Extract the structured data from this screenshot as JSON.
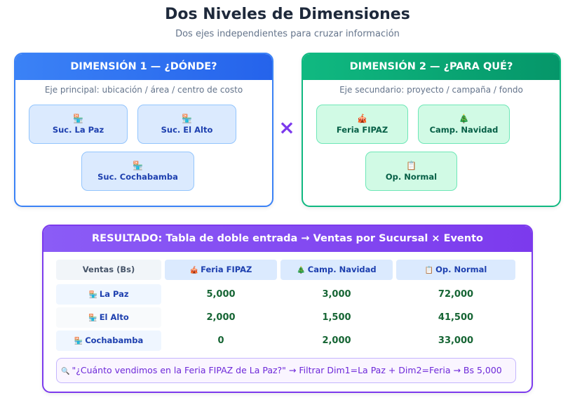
{
  "header": {
    "title": "Dos Niveles de Dimensiones",
    "subtitle": "Dos ejes independientes para cruzar información"
  },
  "dimension1": {
    "title": "DIMENSIÓN 1 — ¿DÓNDE?",
    "description": "Eje principal: ubicación / área / centro de costo",
    "color": "#3b82f6",
    "items": [
      {
        "icon": "🏪",
        "label": "Suc. La Paz"
      },
      {
        "icon": "🏪",
        "label": "Suc. El Alto"
      },
      {
        "icon": "🏪",
        "label": "Suc. Cochabamba"
      }
    ]
  },
  "cross_symbol": "×",
  "dimension2": {
    "title": "DIMENSIÓN 2 — ¿PARA QUÉ?",
    "description": "Eje secundario: proyecto / campaña / fondo",
    "color": "#10b981",
    "items": [
      {
        "icon": "🎪",
        "label": "Feria FIPAZ"
      },
      {
        "icon": "🎄",
        "label": "Camp. Navidad"
      },
      {
        "icon": "📋",
        "label": "Op. Normal"
      }
    ]
  },
  "result": {
    "title": "RESULTADO: Tabla de doble entrada → Ventas por Sucursal × Evento",
    "color": "#7c3aed",
    "table": {
      "corner": "Ventas (Bs)",
      "columns": [
        {
          "icon": "🎪",
          "label": "Feria FIPAZ"
        },
        {
          "icon": "🎄",
          "label": "Camp. Navidad"
        },
        {
          "icon": "📋",
          "label": "Op. Normal"
        }
      ],
      "rows": [
        {
          "icon": "🏪",
          "label": "La Paz",
          "values": [
            "5,000",
            "3,000",
            "72,000"
          ]
        },
        {
          "icon": "🏪",
          "label": "El Alto",
          "values": [
            "2,000",
            "1,500",
            "41,500"
          ]
        },
        {
          "icon": "🏪",
          "label": "Cochabamba",
          "values": [
            "0",
            "2,000",
            "33,000"
          ]
        }
      ]
    },
    "note": {
      "icon": "🔍",
      "text": "\"¿Cuánto vendimos en la Feria FIPAZ de La Paz?\" → Filtrar Dim1=La Paz + Dim2=Feria → Bs 5,000"
    }
  }
}
